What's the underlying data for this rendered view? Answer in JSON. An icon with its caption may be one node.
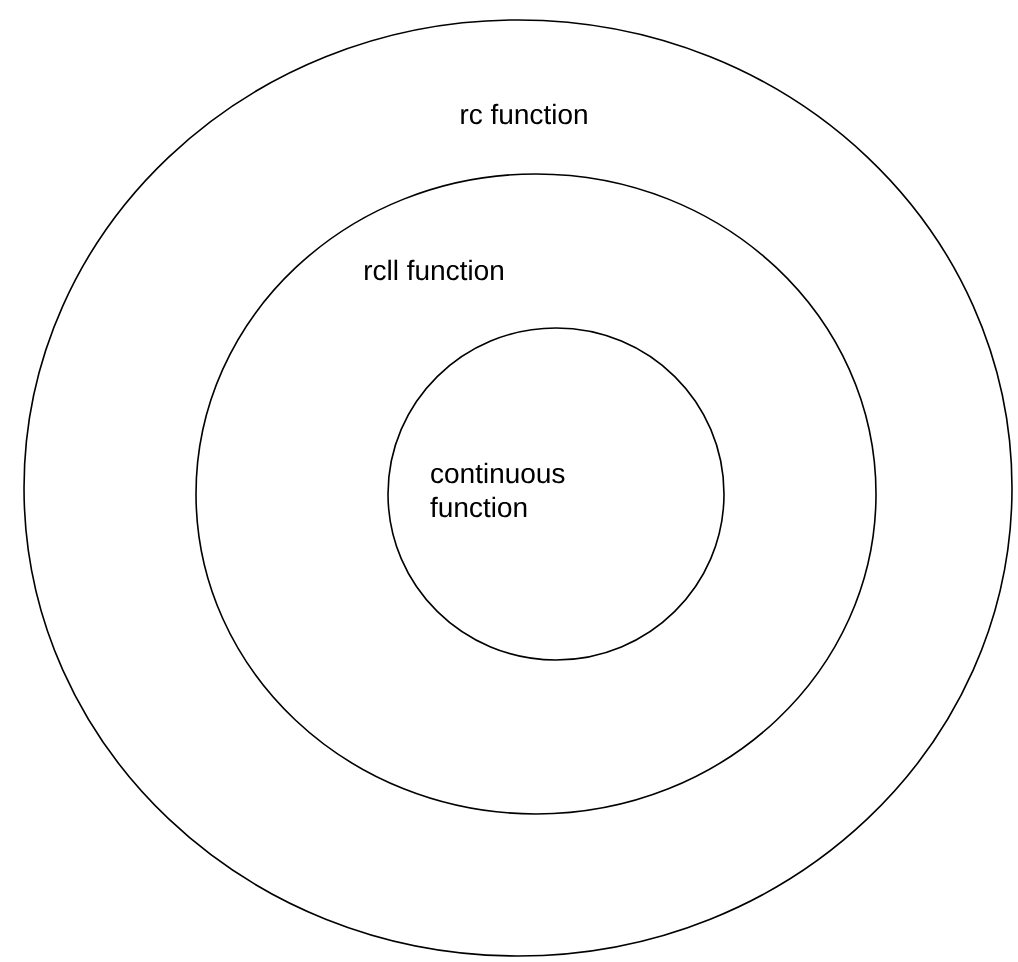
{
  "diagram": {
    "nodes": [
      {
        "text": [
          "rc function"
        ]
      },
      {
        "text": [
          "rcll function"
        ],
        "in": 0
      },
      {
        "text": [
          "continuous function"
        ],
        "in": 1
      }
    ]
  }
}
